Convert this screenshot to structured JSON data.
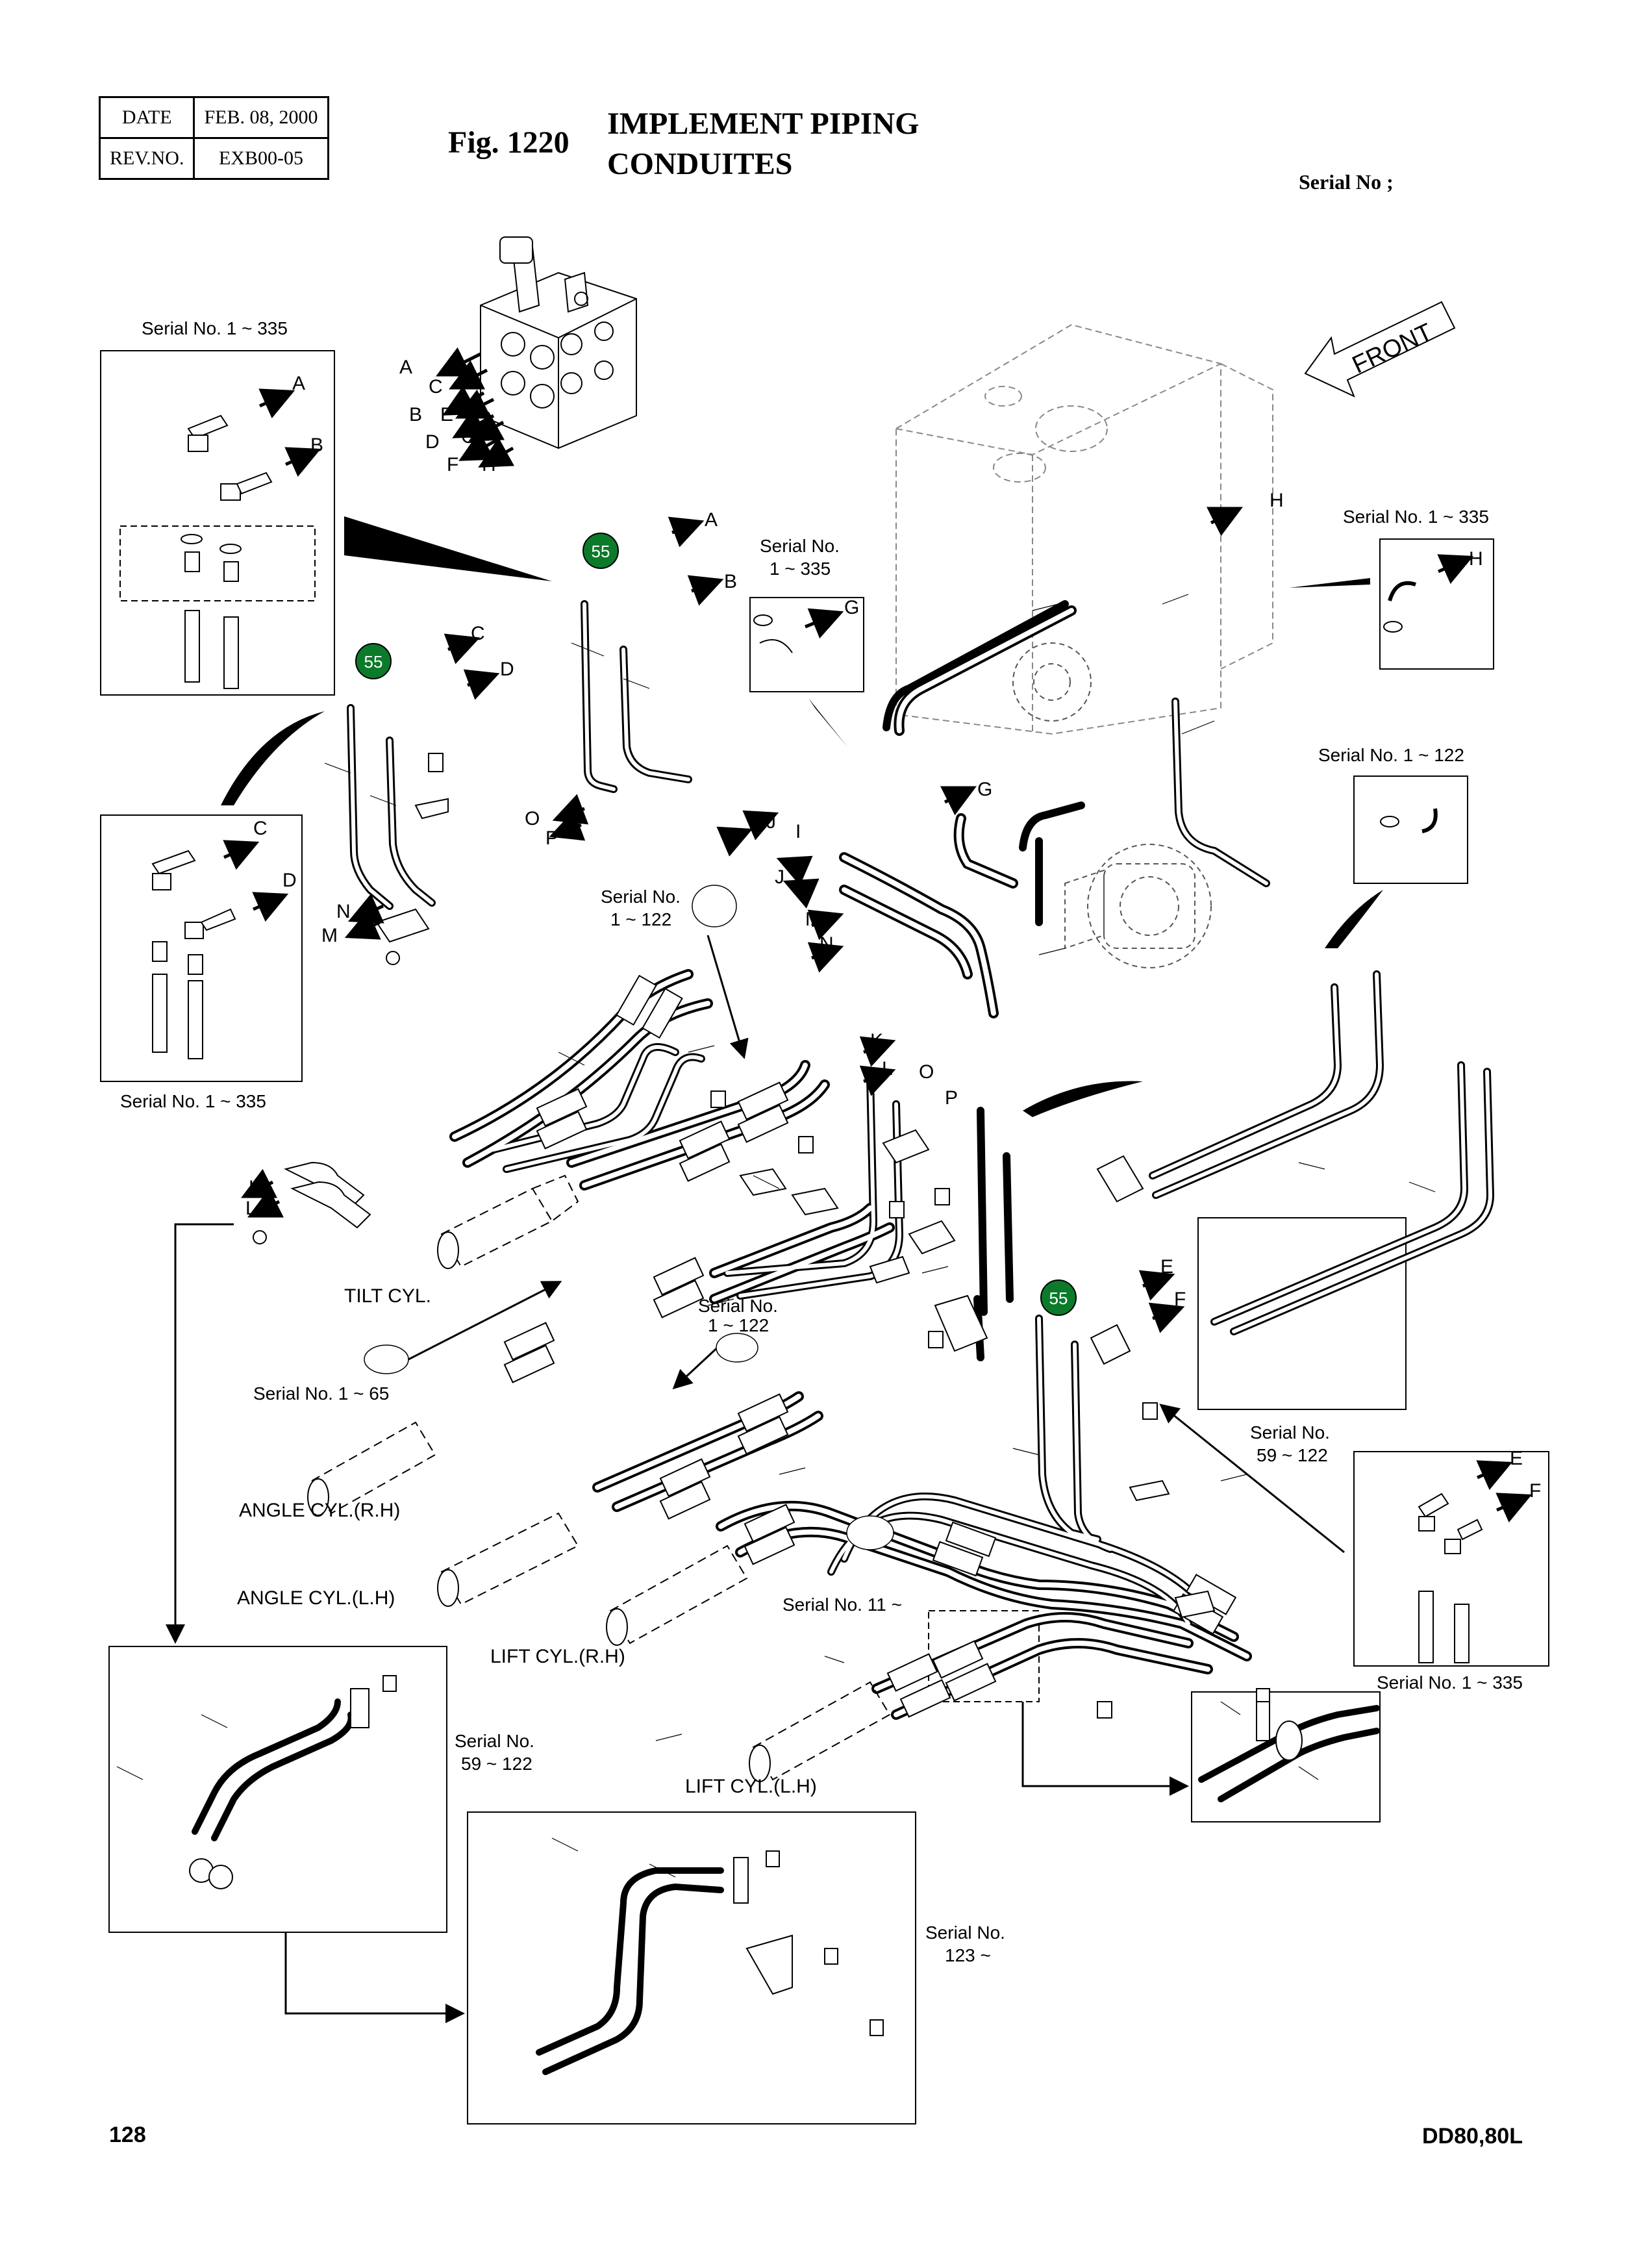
{
  "header": {
    "date_label": "DATE",
    "date_value": "FEB. 08, 2000",
    "rev_label": "REV.NO.",
    "rev_value": "EXB00-05",
    "fig_number": "Fig. 1220",
    "title_line1": "IMPLEMENT PIPING",
    "title_line2": "CONDUITES",
    "serial": "Serial No ;"
  },
  "footer": {
    "page": "128",
    "model": "DD80,80L"
  },
  "front_label": "FRONT",
  "callout_number": "55",
  "serial_labels": {
    "s1_335": "Serial No. 1 ~ 335",
    "s1_122": "Serial No. 1 ~ 122",
    "s1_65": "Serial No. 1 ~ 65",
    "s_no": "Serial No.",
    "r1_335": "1 ~ 335",
    "r1_122": "1 ~ 122",
    "r59_122": "59 ~ 122",
    "r123": "123 ~",
    "s11": "Serial No. 11 ~"
  },
  "cylinders": {
    "tilt": "TILT CYL.",
    "angle_rh": "ANGLE CYL.(R.H)",
    "angle_lh": "ANGLE CYL.(L.H)",
    "lift_rh": "LIFT CYL.(R.H)",
    "lift_lh": "LIFT CYL.(L.H)"
  },
  "port_letters": {
    "a": "A",
    "b": "B",
    "c": "C",
    "d": "D",
    "e": "E",
    "f": "F",
    "g": "G",
    "h": "H",
    "i": "I",
    "j": "J",
    "k": "K",
    "l": "L",
    "m": "M",
    "n": "N",
    "o": "O",
    "p": "P"
  }
}
